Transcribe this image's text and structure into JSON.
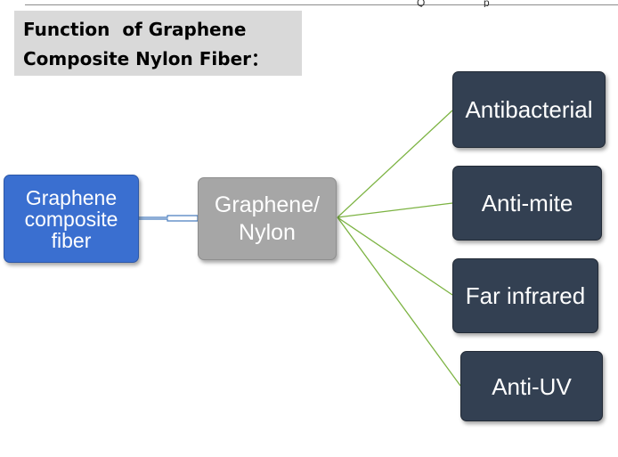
{
  "title": {
    "line1": "Function  of Graphene",
    "line2": "Composite Nylon Fiber："
  },
  "source_node": {
    "lines": [
      "Graphene",
      "composite",
      "fiber"
    ]
  },
  "hub_node": {
    "lines": [
      "Graphene/",
      "Nylon"
    ]
  },
  "functions": [
    {
      "label": "Antibacterial"
    },
    {
      "label": "Anti-mite"
    },
    {
      "label": "Far infrared"
    },
    {
      "label": "Anti-UV"
    }
  ],
  "colors": {
    "source_fill": "#3a6fd0",
    "hub_fill": "#a6a6a6",
    "function_fill": "#334052",
    "title_background": "#d9d9d9",
    "branch_line": "#7cb342",
    "link_line": "#4a7ebf"
  }
}
